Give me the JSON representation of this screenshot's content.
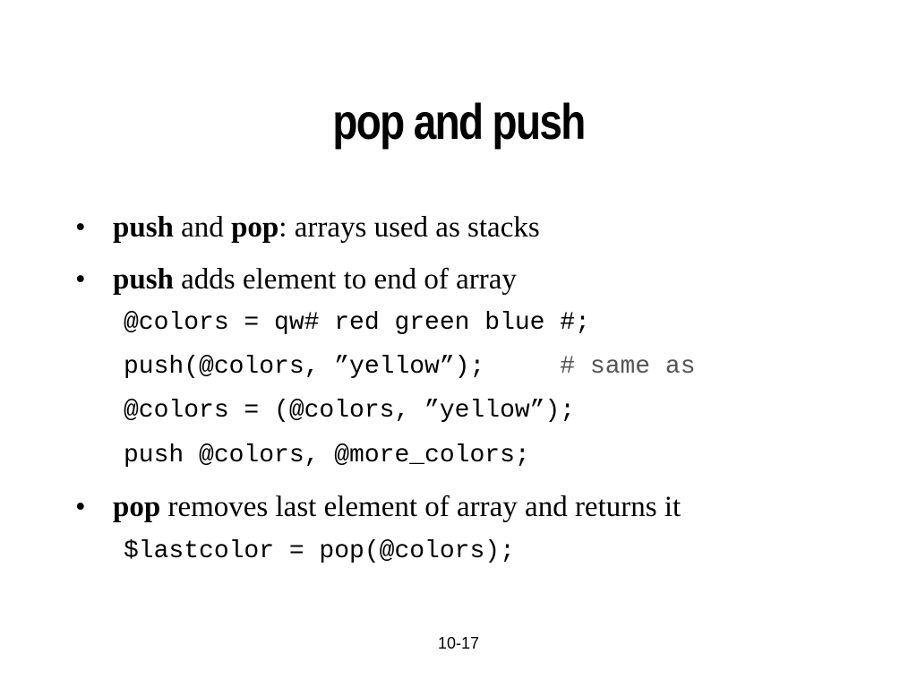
{
  "slide": {
    "title": "pop and push",
    "bullets": [
      {
        "parts": [
          "push",
          " and ",
          "pop",
          ": arrays used as stacks"
        ]
      },
      {
        "parts": [
          "push",
          " adds element to end of array"
        ]
      },
      {
        "parts": [
          "pop",
          " removes last element of  array and returns it"
        ]
      }
    ],
    "code": {
      "line1": "@colors = qw# red green blue #;",
      "line2_code": "push(@colors, ”yellow”);     ",
      "line2_comment": "# same as",
      "line3": "@colors = (@colors, ”yellow”);",
      "line4": "push @colors, @more_colors;",
      "line5": "$lastcolor = pop(@colors);"
    },
    "page_number": "10-17"
  }
}
